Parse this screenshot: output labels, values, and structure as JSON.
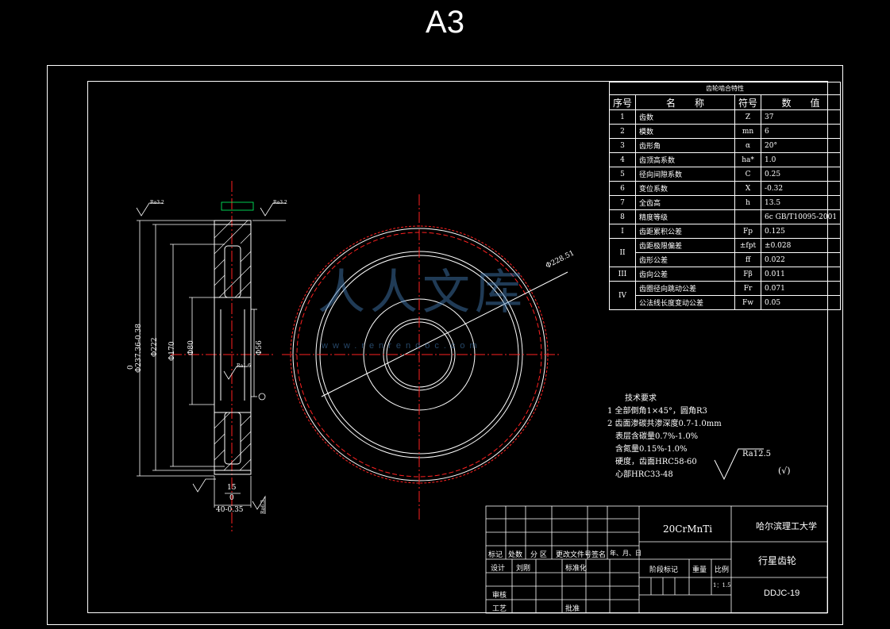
{
  "sheet": {
    "size_label": "A3"
  },
  "param_table": {
    "caption": "齿轮啮合特性",
    "headers": {
      "no": "序号",
      "name": "名　　称",
      "symbol": "符号",
      "value": "数　　值"
    },
    "rows": [
      {
        "no": "1",
        "name": "齿数",
        "symbol": "Z",
        "value": "37"
      },
      {
        "no": "2",
        "name": "模数",
        "symbol": "mn",
        "value": "6"
      },
      {
        "no": "3",
        "name": "齿形角",
        "symbol": "α",
        "value": "20°"
      },
      {
        "no": "4",
        "name": "齿顶高系数",
        "symbol": "ha*",
        "value": "1.0"
      },
      {
        "no": "5",
        "name": "径向间隙系数",
        "symbol": "C",
        "value": "0.25"
      },
      {
        "no": "6",
        "name": "变位系数",
        "symbol": "X",
        "value": "-0.32"
      },
      {
        "no": "7",
        "name": "全齿高",
        "symbol": "h",
        "value": "13.5"
      },
      {
        "no": "8",
        "name": "精度等级",
        "symbol": "",
        "value": "6c GB/T10095-2001"
      }
    ],
    "group_rows": [
      {
        "no": "I",
        "name": "齿距累积公差",
        "symbol": "Fp",
        "value": "0.125"
      },
      {
        "no": "II",
        "name": "齿距极限偏差",
        "symbol": "±fpt",
        "value": "±0.028"
      },
      {
        "no": "",
        "name": "齿形公差",
        "symbol": "ff",
        "value": "0.022"
      },
      {
        "no": "III",
        "name": "齿向公差",
        "symbol": "Fβ",
        "value": "0.011"
      },
      {
        "no": "IV",
        "name": "齿圈径向跳动公差",
        "symbol": "Fr",
        "value": "0.071"
      },
      {
        "no": "",
        "name": "公法线长度变动公差",
        "symbol": "Fw",
        "value": "0.05"
      }
    ]
  },
  "technical_requirements": {
    "title": "技术要求",
    "lines": [
      "1 全部倒角1×45°，圆角R3",
      "2 齿面渗碳共渗深度0.7-1.0mm",
      "  表层含碳量0.7%-1.0%",
      "  含氮量0.15%-1.0%",
      "  硬度，齿面HRC58-60",
      "  心部HRC33-48"
    ],
    "roughness": "Ra12.5",
    "roughness_other": "(√)"
  },
  "drawing_dims": {
    "outer_dia": "Φ237.36-0.38",
    "outer_tol_top": "0",
    "d1": "Φ222",
    "d2": "Φ170",
    "d3": "Φ80",
    "bore": "Φ56",
    "diagonal": "Φ228.51",
    "web": "15",
    "width": "40-0.35",
    "width_tol": "0",
    "rough1": "Ra3.2",
    "rough2": "Ra3.2",
    "rough3": "Ra1.6",
    "rough4": "Ra6.3"
  },
  "title_block": {
    "material": "20CrMnTi",
    "school": "哈尔滨理工大学",
    "part_name": "行星齿轮",
    "drawing_no": "DDJC-19",
    "row_labels": [
      "标记",
      "处数",
      "分 区",
      "更改文件号",
      "签名",
      "年、月、日"
    ],
    "design": "设计",
    "design_name": "刘刚",
    "standardize": "标准化",
    "stage_mark": "阶段标记",
    "weight": "重量",
    "scale": "比例",
    "scale_value": "1：1.5",
    "review": "审核",
    "process": "工艺",
    "approve": "批准"
  },
  "watermark": {
    "text": "人人文库",
    "url": "www.renrendoc.com"
  },
  "colors": {
    "center_line": "#ff2020",
    "line": "#ffffff",
    "accent": "#00ff66",
    "watermark": "#4682be"
  }
}
